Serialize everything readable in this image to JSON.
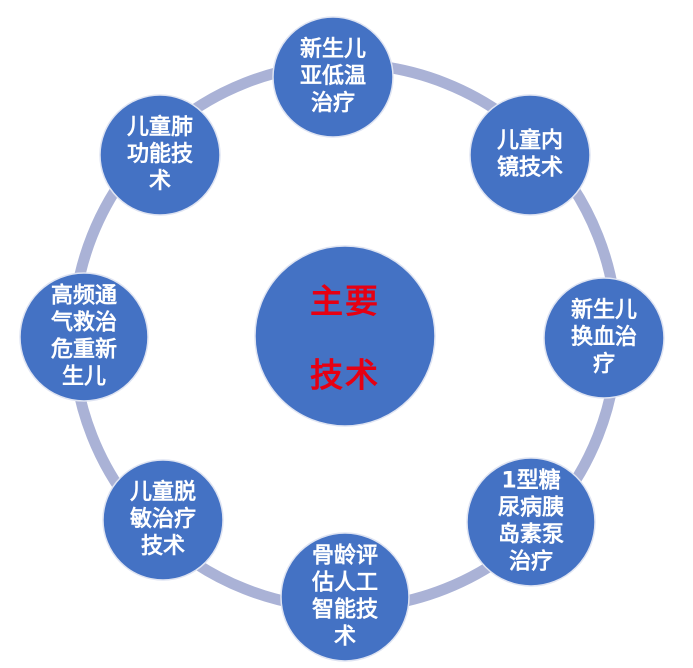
{
  "center": {
    "lines": [
      "主要",
      "技术"
    ]
  },
  "nodes": [
    {
      "id": "neonatal-hypothermia",
      "lines": [
        "新生儿",
        "亚低温",
        "治疗"
      ]
    },
    {
      "id": "pediatric-endoscopy",
      "lines": [
        "儿童内",
        "镜技术"
      ]
    },
    {
      "id": "neonatal-exchange-transfusion",
      "lines": [
        "新生儿",
        "换血治",
        "疗"
      ]
    },
    {
      "id": "type1-diabetes-insulin-pump",
      "lines": [
        "1型糖",
        "尿病胰",
        "岛素泵",
        "治疗"
      ]
    },
    {
      "id": "bone-age-ai",
      "lines": [
        "骨龄评",
        "估人工",
        "智能技",
        "术"
      ]
    },
    {
      "id": "pediatric-desensitization",
      "lines": [
        "儿童脱",
        "敏治疗",
        "技术"
      ]
    },
    {
      "id": "hfov-critical-neonates",
      "lines": [
        "高频通",
        "气救治",
        "危重新",
        "生儿"
      ]
    },
    {
      "id": "pediatric-lung-function",
      "lines": [
        "儿童肺",
        "功能技",
        "术"
      ]
    }
  ],
  "colors": {
    "node_fill": "#4472c4",
    "ring": "#aab2d6",
    "node_text": "#ffffff",
    "center_text": "#e60012"
  }
}
